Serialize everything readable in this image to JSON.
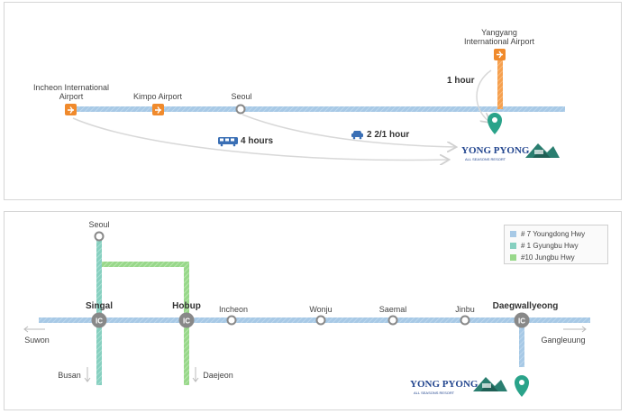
{
  "top_map": {
    "airports": {
      "incheon_line1": "Incheon International",
      "incheon_line2": "Airport",
      "kimpo": "Kimpo Airport",
      "yangyang_line1": "Yangyang",
      "yangyang_line2": "International Airport"
    },
    "seoul": "Seoul",
    "times": {
      "yangyang_flight": "1 hour",
      "car_from_seoul": "2 2/1 hour",
      "bus_from_incheon": "4 hours"
    },
    "colors": {
      "highway": "#a7c9e6",
      "airport": "#f08a2c",
      "pin": "#2aa38a",
      "arrow": "#d8d8d8"
    }
  },
  "bottom_map": {
    "legend": [
      {
        "label": "# 7 Youngdong Hwy",
        "color": "#a7c9e6"
      },
      {
        "label": "# 1 Gyungbu Hwy",
        "color": "#86d0c0"
      },
      {
        "label": "#10 Jungbu Hwy",
        "color": "#98d88a"
      }
    ],
    "interchanges": {
      "singal": "Singal",
      "hobup": "Hobup",
      "daegwallyeong": "Daegwallyeong",
      "ic_badge": "IC"
    },
    "stops": [
      "Incheon",
      "Wonju",
      "Saemal",
      "Jinbu"
    ],
    "seoul": "Seoul",
    "directions": {
      "suwon": "Suwon",
      "gangleuung": "Gangleuung",
      "busan": "Busan",
      "daejeon": "Daejeon"
    }
  },
  "logo": {
    "name": "YONG PYONG",
    "tagline": "ALL SEASONS RESORT"
  }
}
